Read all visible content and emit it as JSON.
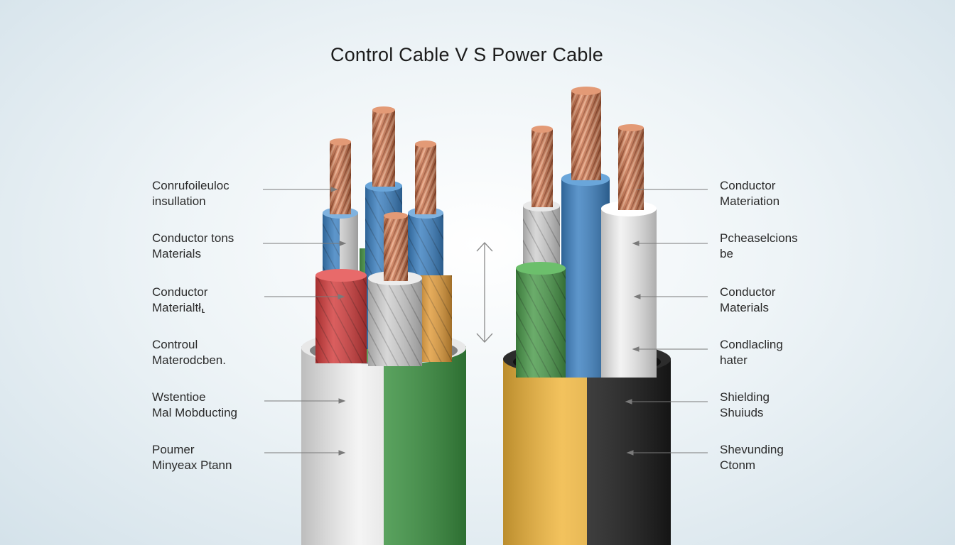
{
  "title": "Control Cable V S  Power Cable",
  "left_labels": [
    {
      "line1": "Conrufoileuloc",
      "line2": "insullation"
    },
    {
      "line1": "Conductor tons",
      "line2": "Materials"
    },
    {
      "line1": "Conductor",
      "line2": "Materialtł⸤"
    },
    {
      "line1": "Controul",
      "line2": "Materodcben."
    },
    {
      "line1": "Wstentioe",
      "line2": "Mal Mobducting"
    },
    {
      "line1": "Poumer",
      "line2": "Minyeax Ptann"
    }
  ],
  "right_labels": [
    {
      "line1": "Conductor",
      "line2": "Materiation"
    },
    {
      "line1": "Pcheaselcions",
      "line2": "be"
    },
    {
      "line1": "Conductor",
      "line2": "Materials"
    },
    {
      "line1": "Condlacling",
      "line2": "hater"
    },
    {
      "line1": "Shielding",
      "line2": "Shuiuds"
    },
    {
      "line1": "Shevunding",
      "line2": "Ctonm"
    }
  ],
  "colors": {
    "copper": "#c8714a",
    "insulation_red": "#d23b3b",
    "insulation_blue": "#3a7fc0",
    "insulation_green": "#4a9a4a",
    "insulation_gray": "#cfcfcf",
    "insulation_orange": "#e09a38",
    "jacket_white": "#f2f2f2",
    "jacket_green": "#3f9a45",
    "jacket_yellow": "#f0b53a",
    "jacket_black": "#1c1c1c"
  }
}
